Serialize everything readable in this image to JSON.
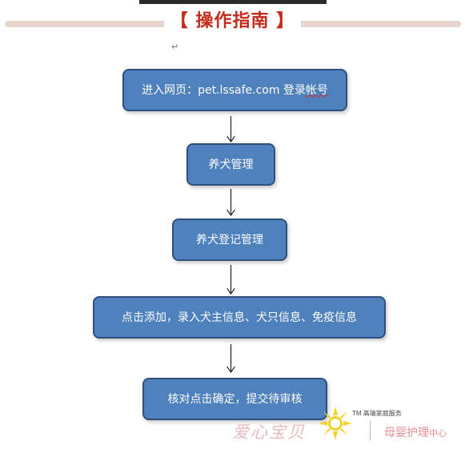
{
  "title": "【 操作指南 】",
  "para_mark": "↵",
  "flow": {
    "steps": [
      {
        "pre": "进入网页：pet.lssafe.com 登录",
        "mark": "帐号"
      },
      {
        "text": "养犬管理"
      },
      {
        "text": "养犬登记管理"
      },
      {
        "text": "点击添加，录入犬主信息、犬只信息、免疫信息"
      },
      {
        "text": "核对点击确定，提交待审核"
      }
    ]
  },
  "watermark": {
    "left_text": "爱心宝贝",
    "tm_line": "TM 高端家庭服务",
    "right_main": "母婴护理",
    "right_small": "中心",
    "logo_icon": "sun-logo-icon"
  },
  "colors": {
    "title": "#c62a1b",
    "node_fill": "#4f81bd",
    "node_border": "#2f4f7f",
    "header_bar": "#e6d6cc"
  }
}
